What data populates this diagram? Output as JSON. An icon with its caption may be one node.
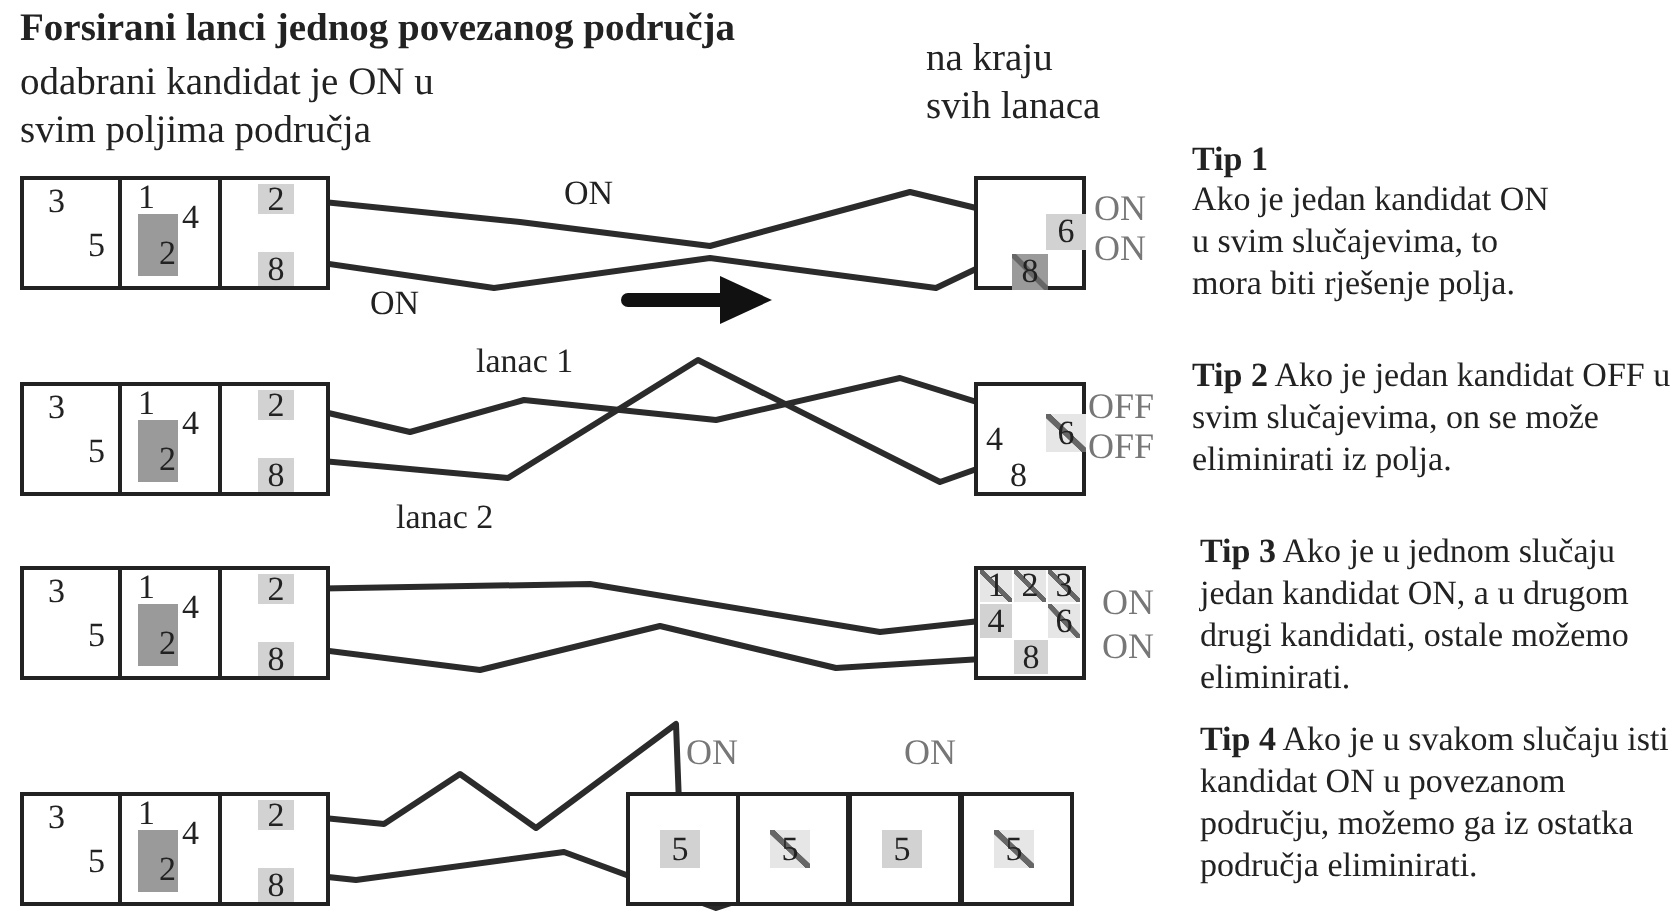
{
  "diagram": {
    "title": "Forsirani lanci jednog povezanog područja",
    "nodes": [
      {
        "text": [
          "3",
          "5"
        ]
      },
      {
        "text": [
          "1",
          "4"
        ]
      },
      {
        "text": [
          "2"
        ],
        "in": 1
      },
      {
        "text": [],
        "shape": "box"
      },
      {
        "text": [
          "2"
        ],
        "in": 3
      },
      {
        "text": [
          "8"
        ],
        "in": 3
      },
      {
        "text": [],
        "shape": "box",
        "beside": [
          "ON",
          "ON"
        ]
      },
      {
        "text": [
          "6"
        ],
        "in": 6
      },
      {
        "text": [
          "8"
        ],
        "in": 6
      },
      {
        "text": [
          "3",
          "5"
        ]
      },
      {
        "text": [
          "1",
          "4"
        ]
      },
      {
        "text": [
          "2"
        ],
        "in": 10
      },
      {
        "text": [],
        "shape": "box"
      },
      {
        "text": [
          "2"
        ],
        "in": 12
      },
      {
        "text": [
          "8"
        ],
        "in": 12
      },
      {
        "text": [
          "4",
          "8"
        ],
        "beside": [
          "OFF",
          "OFF"
        ]
      },
      {
        "text": [
          "6"
        ],
        "in": 15
      },
      {
        "text": [
          "3",
          "5"
        ]
      },
      {
        "text": [
          "1",
          "4"
        ]
      },
      {
        "text": [
          "2"
        ],
        "in": 18
      },
      {
        "text": [],
        "shape": "box"
      },
      {
        "text": [
          "2"
        ],
        "in": 20
      },
      {
        "text": [
          "8"
        ],
        "in": 20
      },
      {
        "text": [],
        "shape": "box",
        "beside": [
          "ON",
          "ON"
        ]
      },
      {
        "text": [
          "1"
        ],
        "in": 23
      },
      {
        "text": [
          "2"
        ],
        "in": 23
      },
      {
        "text": [
          "3"
        ],
        "in": 23
      },
      {
        "text": [
          "4"
        ],
        "in": 23
      },
      {
        "text": [
          "6"
        ],
        "in": 23
      },
      {
        "text": [
          "8"
        ],
        "in": 23
      },
      {
        "text": [
          "3",
          "5"
        ]
      },
      {
        "text": [
          "1",
          "4"
        ]
      },
      {
        "text": [
          "2"
        ],
        "in": 31
      },
      {
        "text": [],
        "shape": "box"
      },
      {
        "text": [
          "2"
        ],
        "in": 33
      },
      {
        "text": [
          "8"
        ],
        "in": 33
      },
      {
        "text": [],
        "shape": "box",
        "beside": [
          "ON"
        ]
      },
      {
        "text": [
          "5"
        ],
        "in": 36
      },
      {
        "text": [],
        "shape": "box"
      },
      {
        "text": [
          "5"
        ],
        "in": 38
      },
      {
        "text": [],
        "shape": "box",
        "beside": [
          "ON"
        ]
      },
      {
        "text": [
          "5"
        ],
        "in": 40
      },
      {
        "text": [],
        "shape": "box"
      },
      {
        "text": [
          "5"
        ],
        "in": 42
      }
    ],
    "edges": [
      {
        "from": 4,
        "to": 7,
        "arrow": "none",
        "label": "ON"
      },
      {
        "from": 2,
        "to": 7,
        "arrow": "none",
        "label": "ON"
      },
      {
        "from": 13,
        "to": 16,
        "arrow": "none",
        "label": "lanac 1"
      },
      {
        "from": 11,
        "to": 16,
        "arrow": "none",
        "label": "lanac 2"
      },
      {
        "from": 21,
        "to": 27,
        "arrow": "none"
      },
      {
        "from": 19,
        "to": 29,
        "arrow": "none"
      },
      {
        "from": 34,
        "to": 37,
        "arrow": "none"
      },
      {
        "from": 32,
        "to": 41,
        "arrow": "none"
      }
    ],
    "labels": [
      "odabrani kandidat je ON u svim poljima područja",
      "na kraju svih lanaca",
      "Tip 1",
      "Ako je jedan kandidat ON u svim slučajevima, to mora biti rješenje polja.",
      "**Tip 2** Ako je jedan kandidat OFF u svim slučajevima, on se može eliminirati iz polja.",
      "**Tip 3** Ako je u jednom slučaju jedan kandidat ON, a u drugom drugi kandidati, ostale možemo eliminirati.",
      "**Tip 4** Ako je u svakom slučaju isti kandidat ON u povezanom području, možemo ga iz ostatka područja eliminirati."
    ]
  }
}
